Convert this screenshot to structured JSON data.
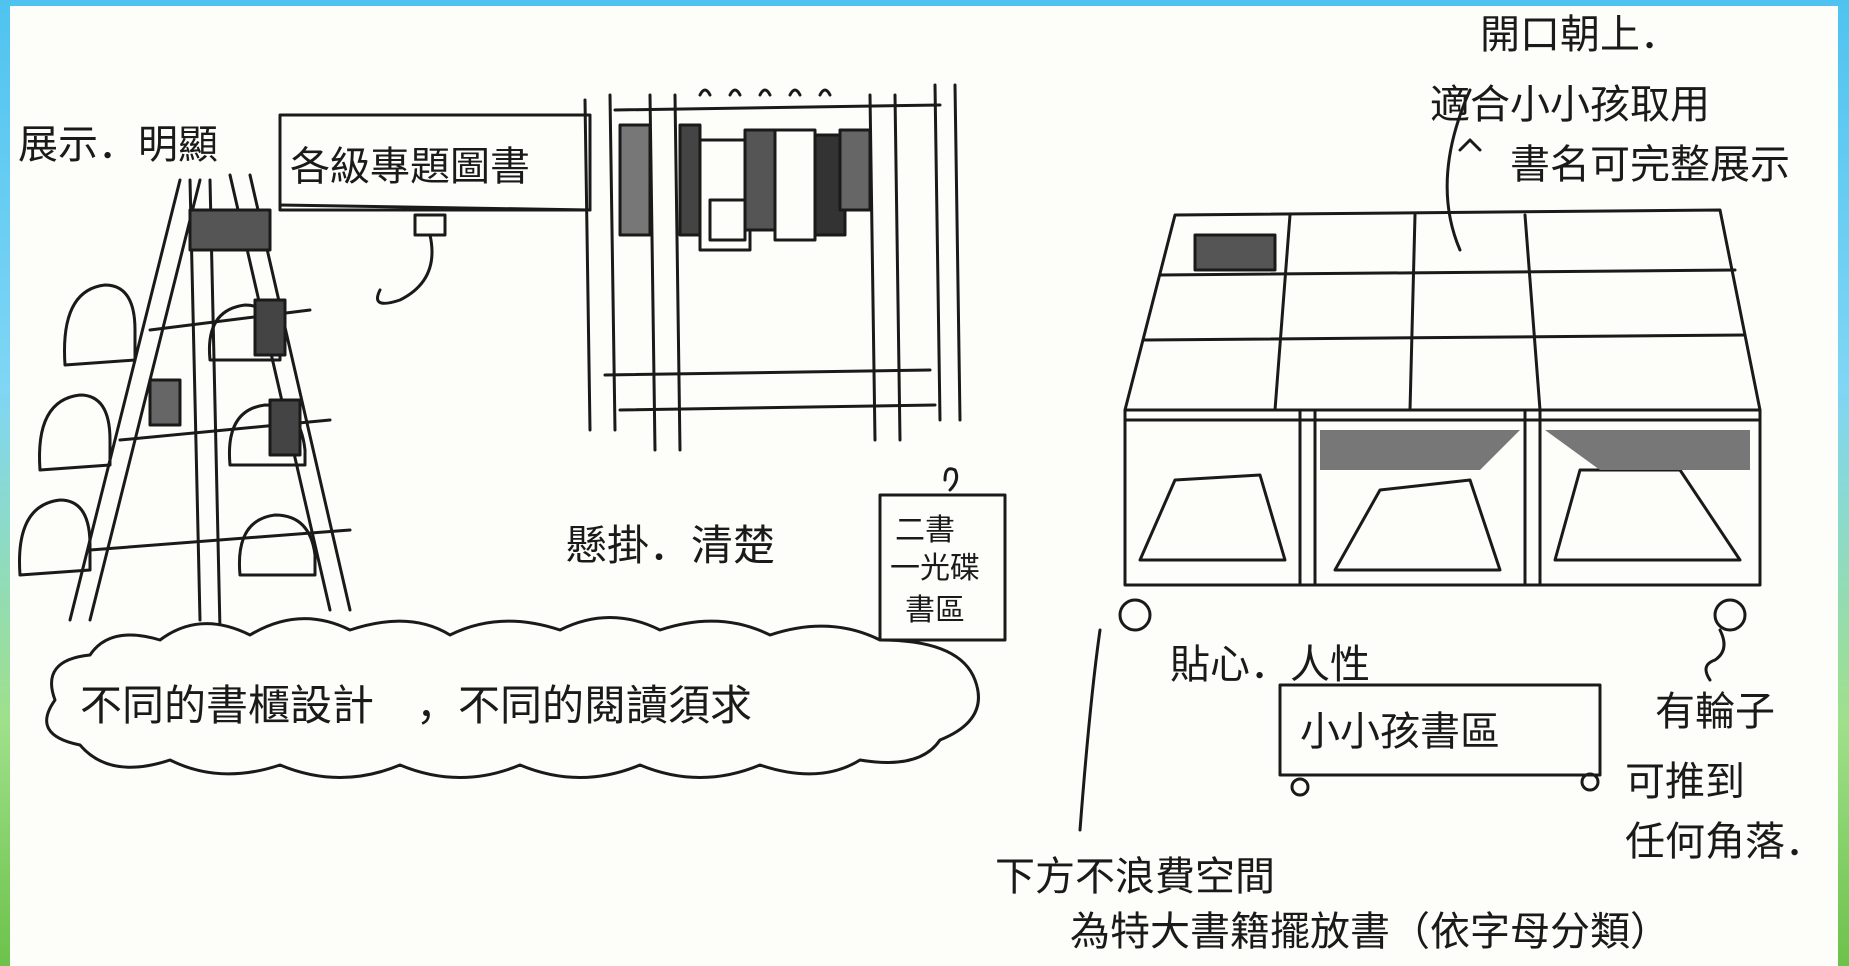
{
  "labels": {
    "display_clear": "展示．明顯",
    "sign_topic_books": "各級專題圖書",
    "hang_clear": "懸掛．清楚",
    "hanging_tag_line1": "二書",
    "hanging_tag_line2": "一光碟",
    "hanging_tag_line3": "書區",
    "cloud_caption": "不同的書櫃設計　，不同的閱讀須求",
    "open_top": "開口朝上．",
    "fit_kids": "適合小小孩取用",
    "title_display": "書名可完整展示",
    "thoughtful": "貼心．人性",
    "kids_area_sign": "小小孩書區",
    "wheels_line1": "有輪子",
    "wheels_line2": "可推到",
    "wheels_line3": "任何角落．",
    "bottom_line1": "下方不浪費空間",
    "bottom_line2": "為特大書籍擺放書（依字母分類）"
  },
  "colors": {
    "ink": "#1a1a1a",
    "paper": "#fdfdf9",
    "sky": "#4fc3f0",
    "grass": "#6cc24a"
  }
}
